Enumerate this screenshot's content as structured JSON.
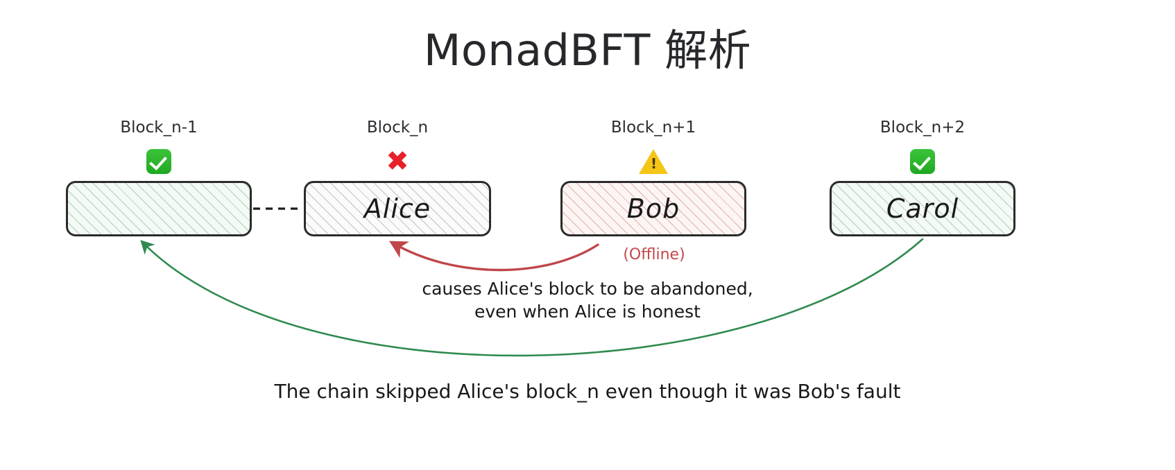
{
  "page": {
    "title": "MonadBFT 解析",
    "background_color": "#ffffff"
  },
  "blocks": [
    {
      "label": "Block_n-1",
      "status_icon": "green-check-icon",
      "status_symbol": "✅",
      "name": "",
      "fill": "hatch-green",
      "fill_color": "#f4faf5"
    },
    {
      "label": "Block_n",
      "status_icon": "red-cross-icon",
      "status_symbol": "✖",
      "name": "Alice",
      "fill": "hatch-grey",
      "fill_color": "#fbfbfb"
    },
    {
      "label": "Block_n+1",
      "status_icon": "warning-triangle-icon",
      "status_symbol": "⚠",
      "name": "Bob",
      "fill": "hatch-red",
      "fill_color": "#fdf5f4"
    },
    {
      "label": "Block_n+2",
      "status_icon": "green-check-icon",
      "status_symbol": "✅",
      "name": "Carol",
      "fill": "hatch-green",
      "fill_color": "#f4faf5"
    }
  ],
  "annotations": {
    "offline_note": "(Offline)",
    "red_note_line1": "causes Alice's block to be abandoned,",
    "red_note_line2": "even when Alice is honest",
    "bottom_note": "The chain skipped Alice's block_n even though it was Bob's fault"
  },
  "colors": {
    "red_arrow": "#c0464a",
    "green_arrow": "#2f8a4e",
    "dashed_link": "#1c1c1c",
    "block_border": "#2b2b2b",
    "title_text": "#26282b"
  }
}
